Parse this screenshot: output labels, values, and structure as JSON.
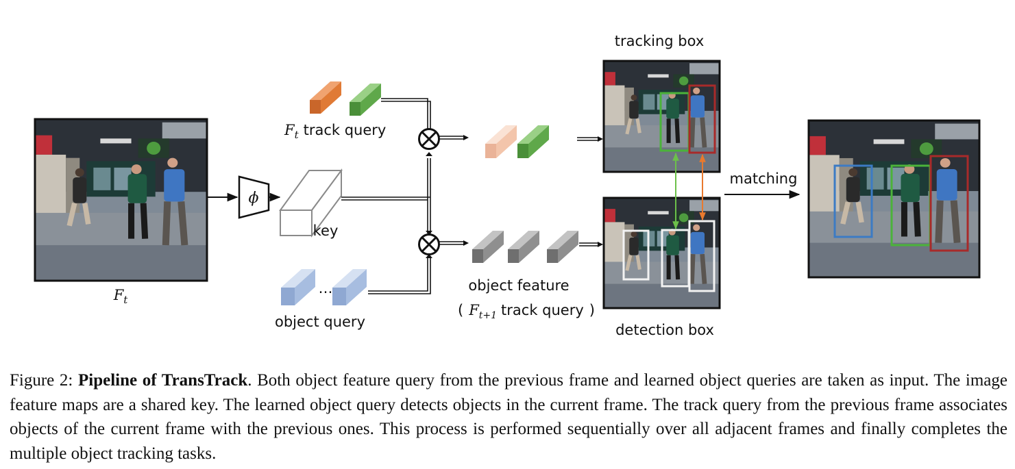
{
  "labels": {
    "input_frame": "F",
    "input_frame_sub": "t",
    "track_query_prefix": "F",
    "track_query_prefix_sub": "t",
    "track_query": "track query",
    "phi": "ϕ",
    "key": "key",
    "object_query": "object query",
    "ellipsis": "…",
    "object_feature": "object feature",
    "next_query_open": "(",
    "next_query_var": "F",
    "next_query_sub": "t+1",
    "next_query_text": "track query",
    "next_query_close": ")",
    "tracking_box": "tracking box",
    "detection_box": "detection box",
    "matching": "matching"
  },
  "colors": {
    "track_orange": "#e07a35",
    "track_green": "#5fa84a",
    "track_orange_faded": "#f3c5ab",
    "object_query_blue": "#a7bde0",
    "object_feature_gray": "#8f8f8f",
    "box_green": "#4bb33a",
    "box_red": "#a82a2a",
    "box_blue": "#3c7bc4",
    "box_white": "#f2f2f2",
    "arrow_green": "#6cc04a",
    "arrow_orange": "#e8792e"
  },
  "caption": {
    "prefix": "Figure 2:",
    "title": "Pipeline of TransTrack",
    "body": ". Both object feature query from the previous frame and learned object queries are taken as input. The image feature maps are a shared key. The learned object query detects objects in the current frame. The track query from the previous frame associates objects of the current frame with the previous ones. This process is performed sequentially over all adjacent frames and finally completes the multiple object tracking tasks."
  }
}
